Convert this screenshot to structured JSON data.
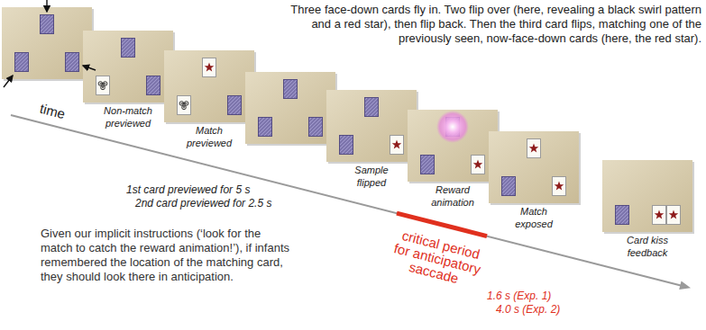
{
  "diagram": {
    "labels": [
      "Three face-down cards fly in. Two flip over (here, revealing a black swirl pattern and a red star), then flip back. Then the third card flips, matching one of the previously seen, now-face-down cards (here, the red star).",
      "Non-match previewed",
      "Match previewed",
      "time",
      "1st card previewed for 5 s",
      "2nd card previewed for 2.5 s",
      "Sample flipped",
      "Reward animation",
      "Match exposed",
      "Card kiss feedback",
      "critical period for anticipatory saccade",
      "1.6 s (Exp. 1)",
      "4.0 s (Exp. 2)",
      "Given our implicit instructions (‘look for the match to catch the reward animation!’), if infants remembered the location of the matching card, they should look there in anticipation."
    ]
  }
}
